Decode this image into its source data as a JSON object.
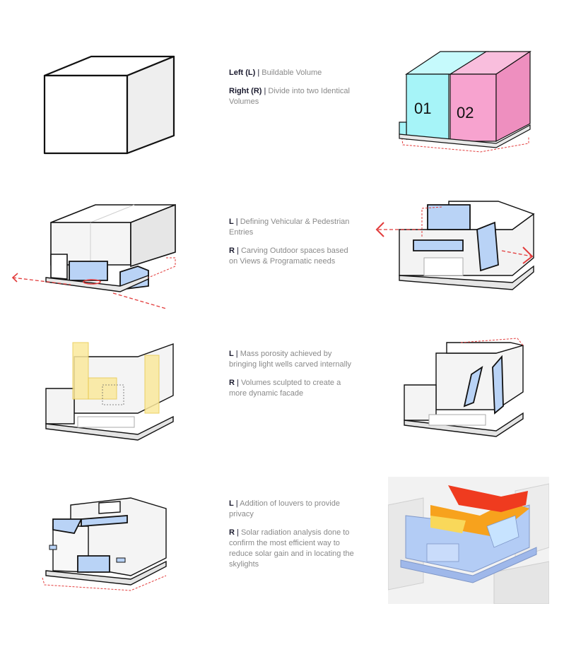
{
  "rows": [
    {
      "items": [
        {
          "lead": "Left (L)",
          "sep": "|",
          "text": "Buildable Volume"
        },
        {
          "lead": "Right (R)",
          "sep": "|",
          "text": "Divide into two Identical Volumes"
        }
      ]
    },
    {
      "items": [
        {
          "lead": "L",
          "sep": "|",
          "text": "Defining Vehicular & Pedestrian Entries"
        },
        {
          "lead": "R",
          "sep": "|",
          "text": "Carving Outdoor spaces based on Views & Programatic needs"
        }
      ]
    },
    {
      "items": [
        {
          "lead": "L",
          "sep": "|",
          "text": "Mass porosity achieved by bringing light wells carved internally"
        },
        {
          "lead": "R",
          "sep": "|",
          "text": "Volumes sculpted to create a more dynamic facade"
        }
      ]
    },
    {
      "items": [
        {
          "lead": "L",
          "sep": "|",
          "text": "Addition of louvers to provide privacy"
        },
        {
          "lead": "R",
          "sep": "|",
          "text": "Solar radiation analysis done to confirm the most efficient way to reduce solar gain and in locating the skylights"
        }
      ]
    }
  ],
  "volumes": {
    "left_label": "01",
    "right_label": "02"
  },
  "colors": {
    "outline": "#111111",
    "face_light": "#ffffff",
    "face_mid": "#f1f1f1",
    "face_dark": "#e0e0e0",
    "cyan": "#a6f4f8",
    "pink": "#f7a3cf",
    "blue": "#b9d3f6",
    "yellow": "#fbe99c",
    "red_dash": "#e23b3b",
    "heat_red": "#ef3b1f",
    "heat_orange": "#f7a21d"
  }
}
